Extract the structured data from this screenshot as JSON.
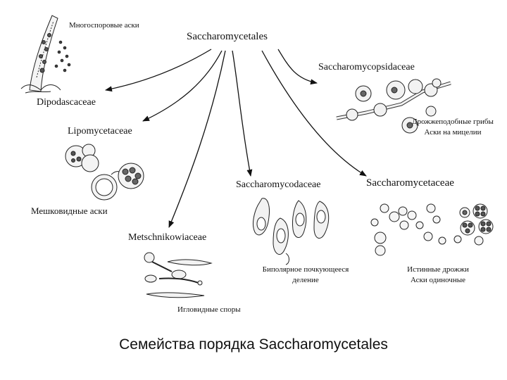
{
  "root": "Saccharomycetales",
  "families": {
    "saccharomycopsidaceae": "Saccharomycopsidaceae",
    "dipodascaceae": "Dipodascaceae",
    "lipomycetaceae": "Lipomycetaceae",
    "saccharomycodaceae": "Saccharomycodaceae",
    "saccharomycetaceae": "Saccharomycetaceae",
    "metschnikowiaceae": "Metschnikowiaceae"
  },
  "notes": {
    "multispore_asci": "Многоспоровые аски",
    "yeastlike_line1": "Дрожжеподобные грибы",
    "yeastlike_line2": "Аски на мицелии",
    "sac_asci": "Мешковидные аски",
    "bipolar_line1": "Биполярное почкующееся",
    "bipolar_line2": "деление",
    "true_yeasts_line1": "Истинные дрожжи",
    "true_yeasts_line2": "Аски одиночные",
    "needle_spores": "Игловидные споры"
  },
  "caption": "Семейства порядка Saccharomycetales"
}
